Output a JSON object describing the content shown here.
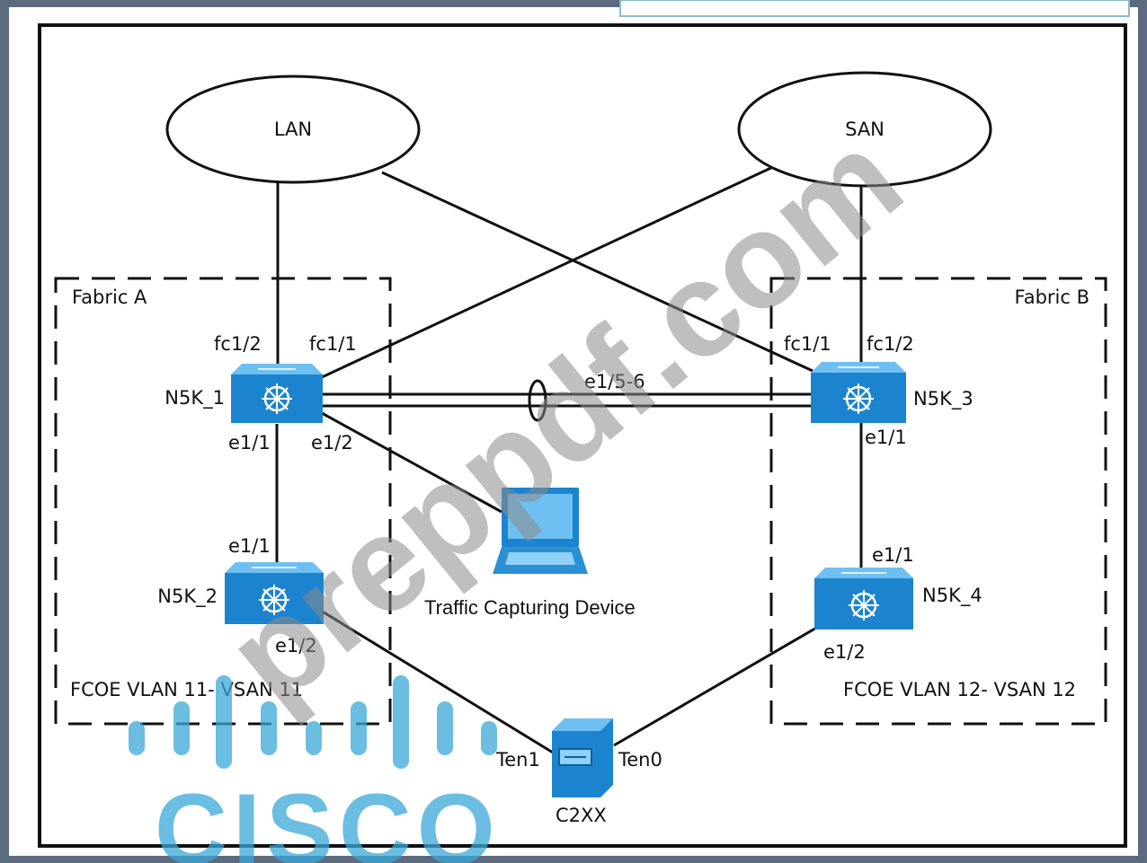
{
  "clouds": {
    "lan": "LAN",
    "san": "SAN"
  },
  "fabrics": {
    "a": {
      "title": "Fabric A",
      "footer": "FCOE VLAN 11- VSAN 11"
    },
    "b": {
      "title": "Fabric B",
      "footer": "FCOE VLAN 12- VSAN 12"
    }
  },
  "switches": {
    "n5k1": "N5K_1",
    "n5k2": "N5K_2",
    "n5k3": "N5K_3",
    "n5k4": "N5K_4"
  },
  "ports": {
    "n5k1_fc12": "fc1/2",
    "n5k1_fc11": "fc1/1",
    "n5k1_e11": "e1/1",
    "n5k1_e12": "e1/2",
    "portchannel": "e1/5-6",
    "n5k3_fc11": "fc1/1",
    "n5k3_fc12": "fc1/2",
    "n5k3_e11": "e1/1",
    "n5k2_e11": "e1/1",
    "n5k2_e12": "e1/2",
    "n5k4_e11": "e1/1",
    "n5k4_e12": "e1/2",
    "c2xx_ten1": "Ten1",
    "c2xx_ten0": "Ten0"
  },
  "devices": {
    "capture": "Traffic Capturing Device",
    "c2xx": "C2XX"
  },
  "watermarks": {
    "site": "preppdf.com",
    "brand": "CISCO"
  },
  "colors": {
    "frame": "#5c6b7d",
    "switch": "#2b8fd4",
    "watermark": "#8a8a8a",
    "cisco": "#3aa7d8"
  }
}
